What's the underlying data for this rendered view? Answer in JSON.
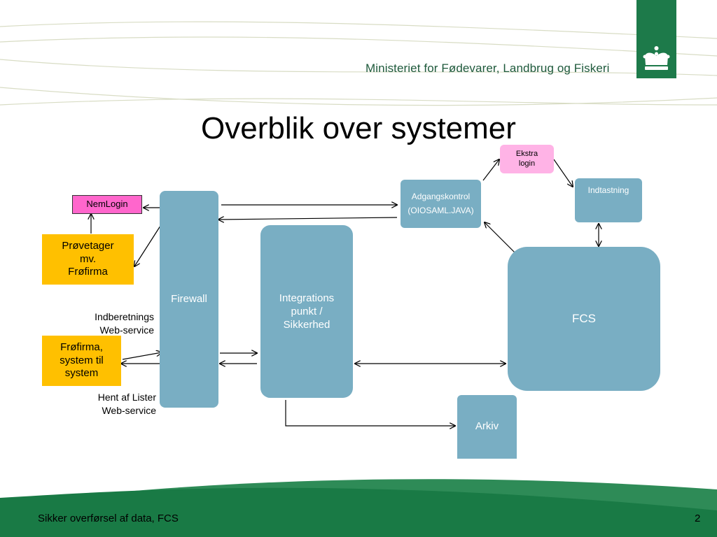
{
  "header": {
    "ministry": "Ministeriet for Fødevarer, Landbrug og Fiskeri",
    "logo_icon": "crown-icon"
  },
  "title": "Overblik over systemer",
  "diagram": {
    "nemlogin": "NemLogin",
    "provetager": [
      "Prøvetager",
      "mv.",
      "Frøfirma"
    ],
    "frofirma_system": [
      "Frøfirma,",
      "system til",
      "system"
    ],
    "firewall": "Firewall",
    "integration": [
      "Integrations",
      "punkt /",
      "Sikkerhed"
    ],
    "adgangskontrol": [
      "Adgangskontrol",
      "(OIOSAML.JAVA)"
    ],
    "ekstra_login": [
      "Ekstra",
      "login"
    ],
    "indtastning": "Indtastning",
    "fcs": "FCS",
    "arkiv": "Arkiv",
    "indberetning_label": [
      "Indberetnings",
      "Web-service"
    ],
    "hent_label": [
      "Hent af Lister",
      "Web-service"
    ]
  },
  "footer": {
    "left": "Sikker overførsel af data, FCS",
    "page": "2"
  },
  "colors": {
    "box_blue": "#79aec3",
    "yellow": "#ffc000",
    "pink_nemlogin": "#ff66cc",
    "pink_light": "#ffb3e6",
    "green": "#1d7a4a"
  }
}
